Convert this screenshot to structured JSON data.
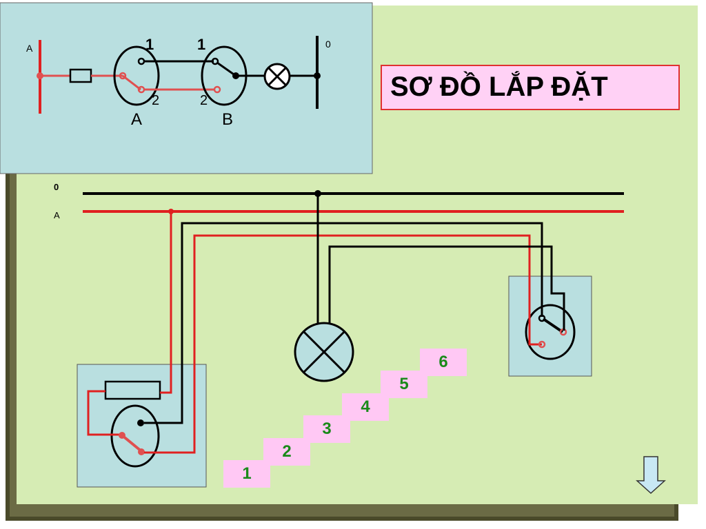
{
  "title": "SƠ ĐỒ LẮP ĐẶT",
  "schematic": {
    "line_a": "A",
    "line_zero": "0",
    "switch_a_label": "A",
    "switch_b_label": "B",
    "terminal_1a": "1",
    "terminal_1b": "1",
    "terminal_2a": "2",
    "terminal_2b": "2"
  },
  "installation": {
    "rail_zero": "0",
    "rail_a": "A"
  },
  "steps": [
    "1",
    "2",
    "3",
    "4",
    "5",
    "6"
  ],
  "colors": {
    "background": "#d6ecb4",
    "boxes": "#b9dfe0",
    "live_wire": "#e02020",
    "neutral_wire": "#000000",
    "title_fill": "#ffd1f5",
    "title_border": "#e03030",
    "step_fill": "#ffc8f4",
    "step_text": "#1a8a1a"
  },
  "icons": [
    "lamp-icon",
    "fuse-icon",
    "switch-icon",
    "down-arrow-icon"
  ]
}
